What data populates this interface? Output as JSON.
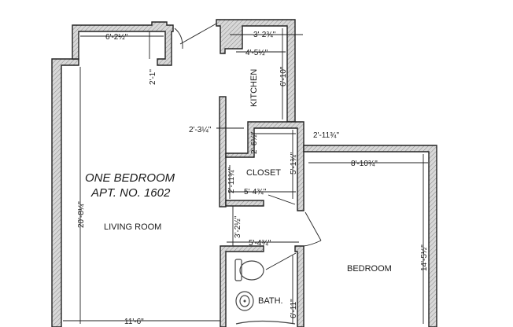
{
  "plan": {
    "title_line1": "ONE BEDROOM",
    "title_line2": "APT. NO. 1602",
    "rooms": {
      "living": "LIVING ROOM",
      "kitchen": "KITCHEN",
      "closet": "CLOSET",
      "bedroom": "BEDROOM",
      "bath": "BATH."
    },
    "dimensions": {
      "alcove_width": "6'-2½\"",
      "alcove_depth": "2'-1\"",
      "kitchen_top": "3'-2¾\"",
      "kitchen_counter": "4'-5½\"",
      "kitchen_length": "6'-10\"",
      "kitchen_opening": "2'-3¼\"",
      "closet_notch": "2'-6½\"",
      "closet_top": "2'-11¾\"",
      "closet_height": "5'-1¾\"",
      "closet_side": "2'-11¾\"",
      "closet_width": "5'-4¾\"",
      "hall": "3'-2½\"",
      "bath_width": "5'-4¾\"",
      "bath_length": "6'-11\"",
      "bedroom_width": "8'-10¾\"",
      "bedroom_length": "14'-5½\"",
      "living_length": "20'-8¼\"",
      "living_width": "11'-6\""
    }
  }
}
